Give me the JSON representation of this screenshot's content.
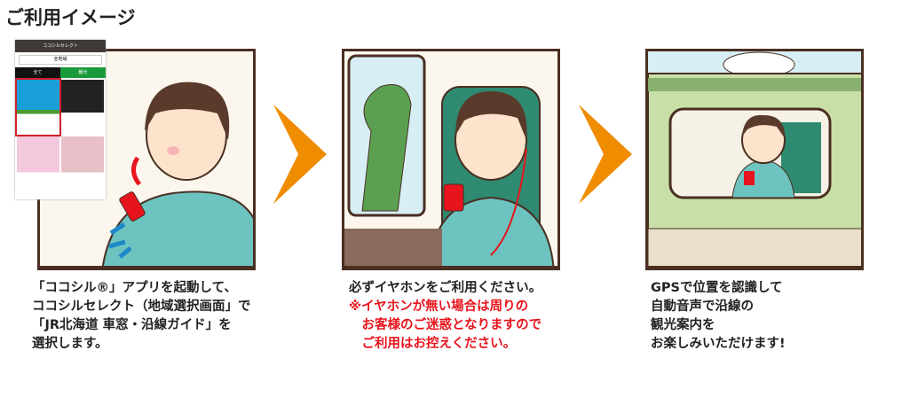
{
  "title": "ご利用イメージ",
  "phone": {
    "header": "ココシルセレクト",
    "region_select": "全地域",
    "tabs": [
      "全て",
      "観光"
    ]
  },
  "captions": {
    "step1": [
      "「ココシル®」アプリを起動して、",
      "ココシルセレクト（地域選択画面」で",
      "「JR北海道 車窓・沿線ガイド」を",
      "選択します。"
    ],
    "step2": [
      "必ずイヤホンをご利用ください。"
    ],
    "step2_note": [
      "※イヤホンが無い場合は周りの",
      "　お客様のご迷惑となりますので",
      "　ご利用はお控えください。"
    ],
    "step3": [
      "GPSで位置を認識して",
      "自動音声で沿線の",
      "観光案内を",
      "お楽しみいただけます!"
    ]
  },
  "colors": {
    "arrow": "#f08c00",
    "frame": "#4a2f22",
    "warning": "#e8141d",
    "tab_all": "#111111",
    "tab_sightseeing": "#1a9a3a"
  }
}
